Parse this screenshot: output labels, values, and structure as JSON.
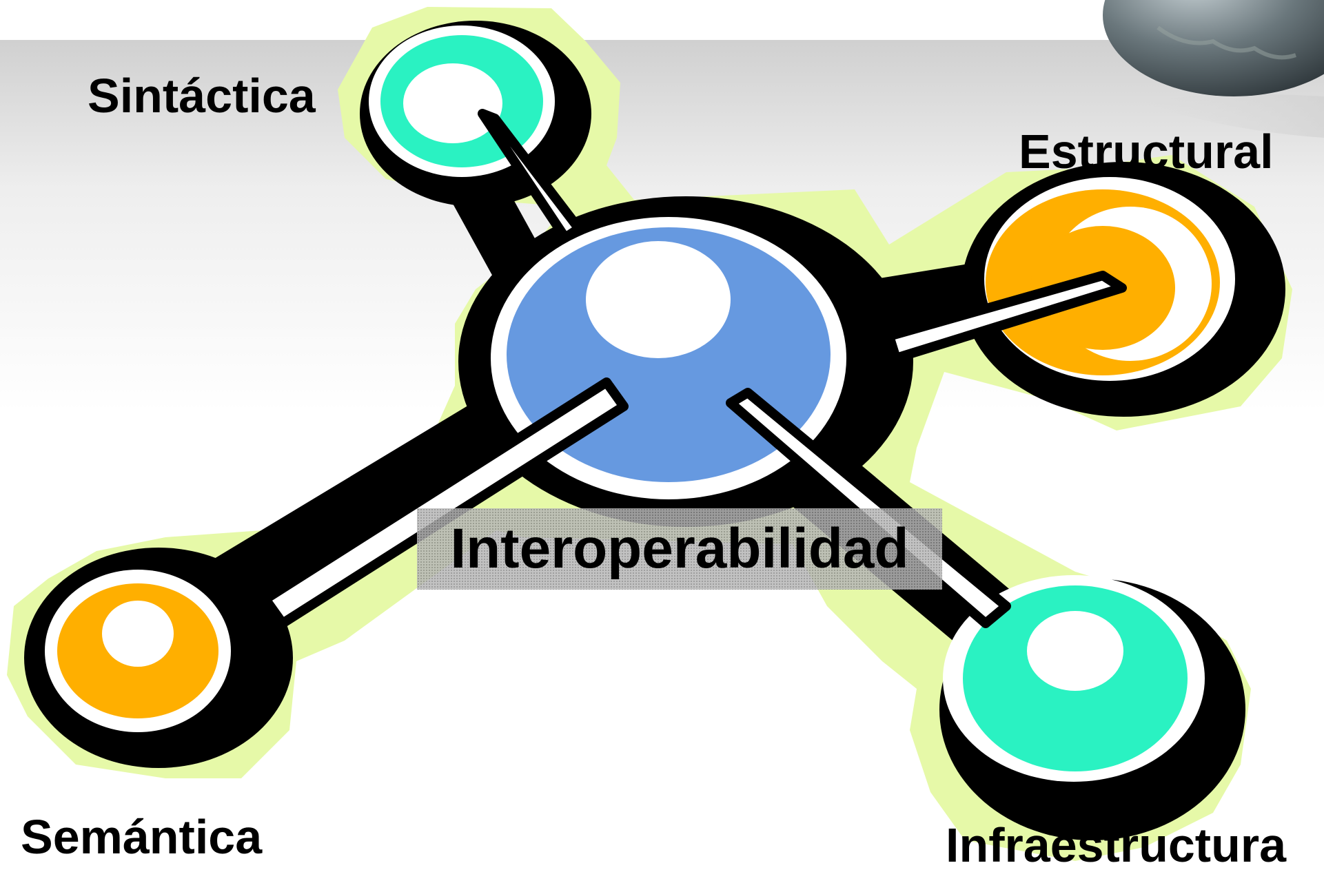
{
  "diagram": {
    "center": {
      "label": "Interoperabilidad",
      "color": "#6699e0"
    },
    "nodes": [
      {
        "id": "sintactica",
        "label": "Sintáctica",
        "color": "#2af2c2"
      },
      {
        "id": "estructural",
        "label": "Estructural",
        "color": "#ffaf00"
      },
      {
        "id": "semantica",
        "label": "Semántica",
        "color": "#ffaf00"
      },
      {
        "id": "infraestructura",
        "label": "Infraestructura",
        "color": "#2af2c2"
      }
    ],
    "glow_color": "#e6f9a8",
    "edges": [
      {
        "from": "center",
        "to": "sintactica"
      },
      {
        "from": "center",
        "to": "estructural"
      },
      {
        "from": "center",
        "to": "semantica"
      },
      {
        "from": "center",
        "to": "infraestructura"
      }
    ]
  }
}
